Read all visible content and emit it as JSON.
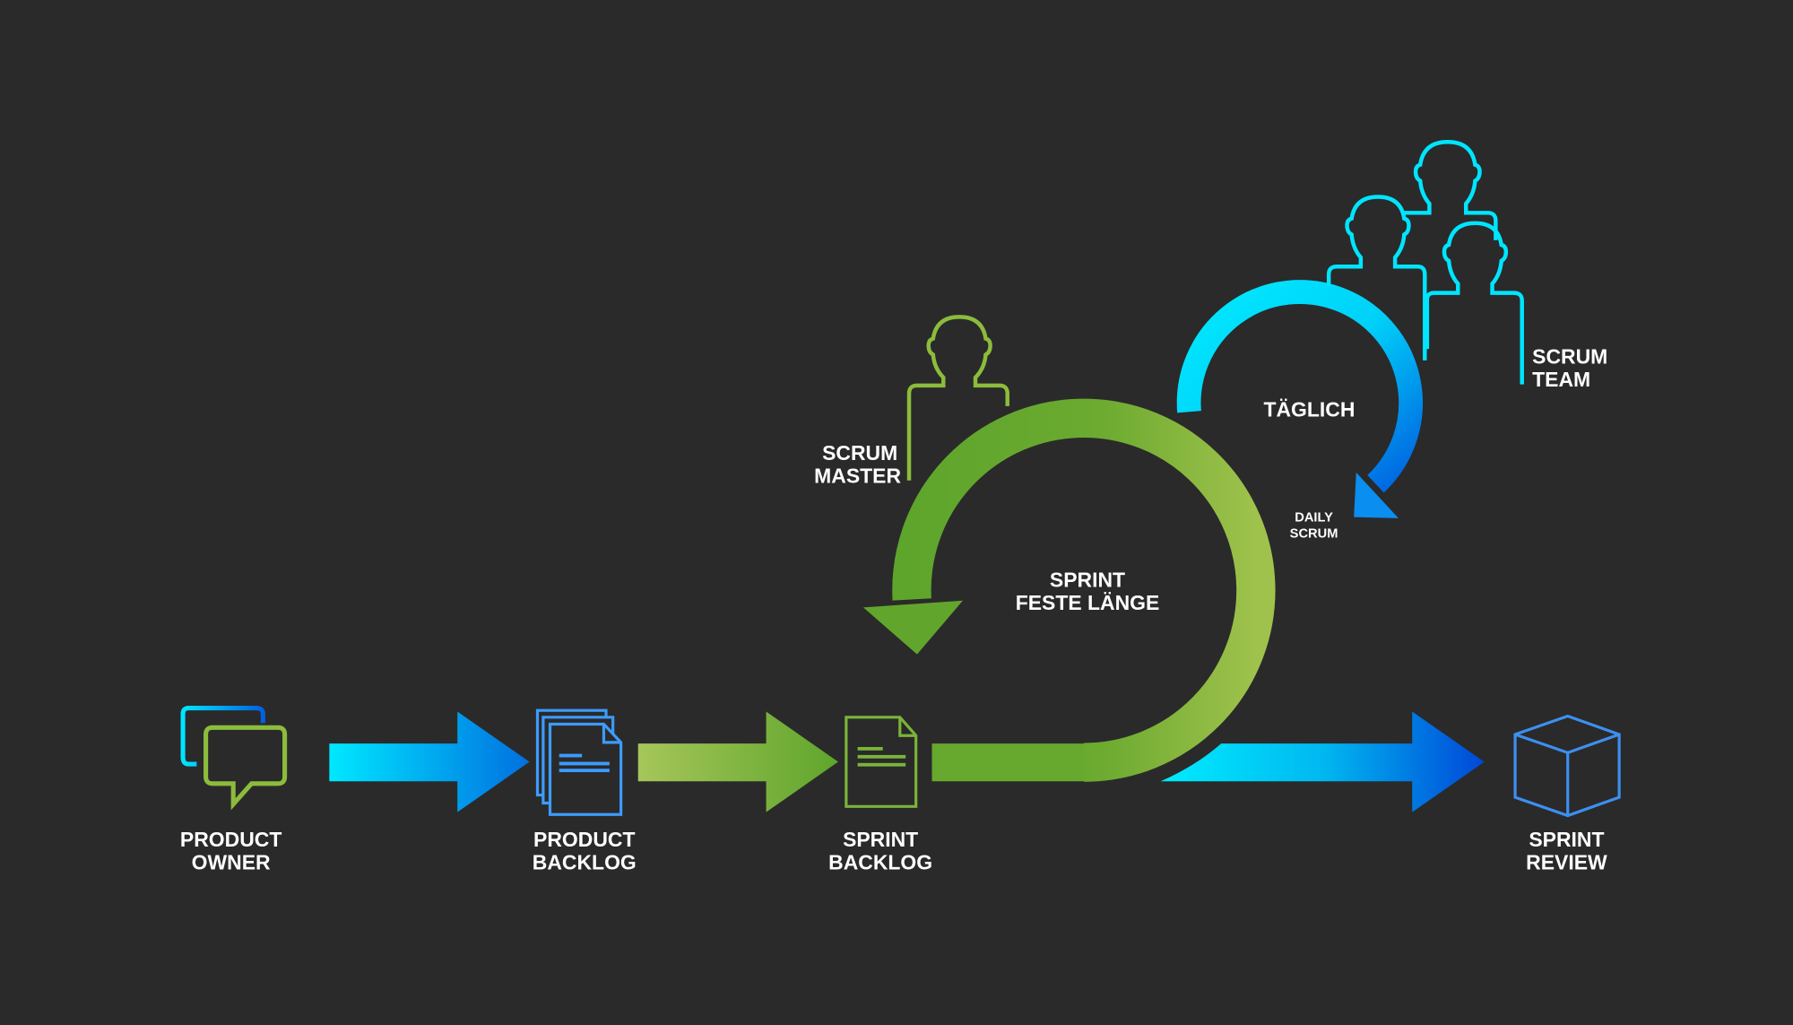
{
  "colors": {
    "background": "#2a2a2a",
    "cyan": "#00e5ff",
    "blue": "#0057d8",
    "green": "#6aaa2e",
    "light_green": "#9dc24a",
    "doc_blue": "#3d9bff"
  },
  "labels": {
    "product_owner": [
      "PRODUCT",
      "OWNER"
    ],
    "product_backlog": [
      "PRODUCT",
      "BACKLOG"
    ],
    "sprint_backlog": [
      "SPRINT",
      "BACKLOG"
    ],
    "sprint_review": [
      "SPRINT",
      "REVIEW"
    ],
    "scrum_master": [
      "SCRUM",
      "MASTER"
    ],
    "scrum_team": [
      "SCRUM",
      "TEAM"
    ],
    "sprint": [
      "SPRINT",
      "FESTE LÄNGE"
    ],
    "daily": "TÄGLICH",
    "daily_scrum": [
      "DAILY",
      "SCRUM"
    ]
  },
  "icons": [
    "chat-bubbles-icon",
    "documents-stack-icon",
    "document-icon",
    "cube-icon",
    "person-icon",
    "team-icon"
  ]
}
